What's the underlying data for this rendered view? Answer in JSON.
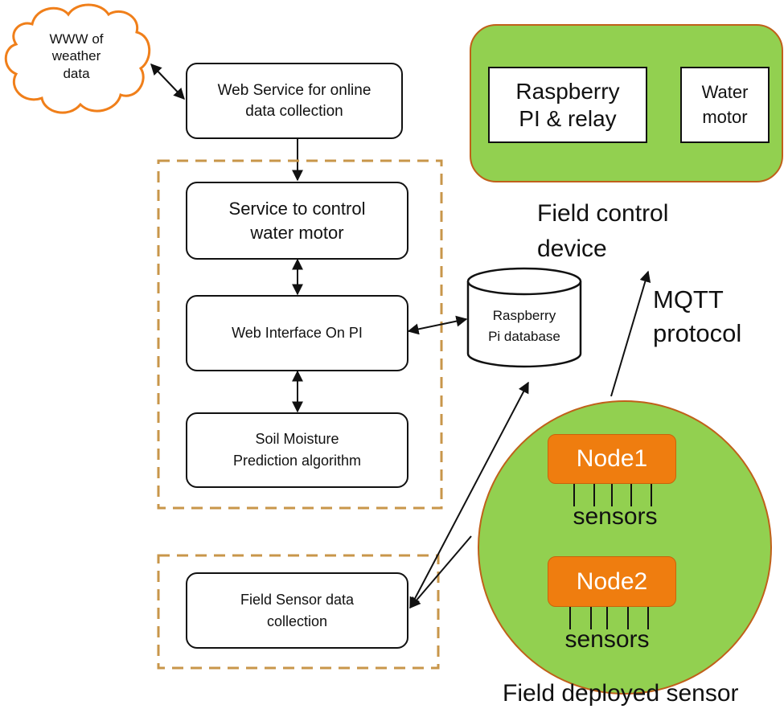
{
  "diagram": {
    "cloud": {
      "label": "WWW of weather data",
      "lines": [
        "WWW of",
        "weather",
        "data"
      ],
      "color": "#f07f1a"
    },
    "web_service": {
      "lines": [
        "Web Service for online",
        "data collection"
      ]
    },
    "pi_group": {
      "border_color": "#c8964a",
      "service_motor": {
        "lines": [
          "Service to control",
          "water motor"
        ]
      },
      "web_interface": {
        "lines": [
          "Web Interface On PI"
        ]
      },
      "soil_prediction": {
        "lines": [
          "Soil Moisture",
          "Prediction algorithm"
        ]
      }
    },
    "sensor_group": {
      "field_sensor": {
        "lines": [
          "Field Sensor data",
          "collection"
        ]
      }
    },
    "database": {
      "lines": [
        "Raspberry",
        "Pi database"
      ]
    },
    "field_control": {
      "fill": "#92d050",
      "border": "#c0601a",
      "raspberry": {
        "lines": [
          "Raspberry",
          "PI & relay"
        ]
      },
      "motor": {
        "lines": [
          "Water",
          "motor"
        ]
      },
      "caption": [
        "Field control",
        "device"
      ]
    },
    "mqtt": {
      "lines": [
        "MQTT",
        "protocol"
      ]
    },
    "field_sensor_circle": {
      "fill": "#92d050",
      "node1": "Node1",
      "node2": "Node2",
      "sensors1": "sensors",
      "sensors2": "sensors",
      "caption": "Field deployed sensor",
      "node_color": "#ef7d0f"
    }
  }
}
